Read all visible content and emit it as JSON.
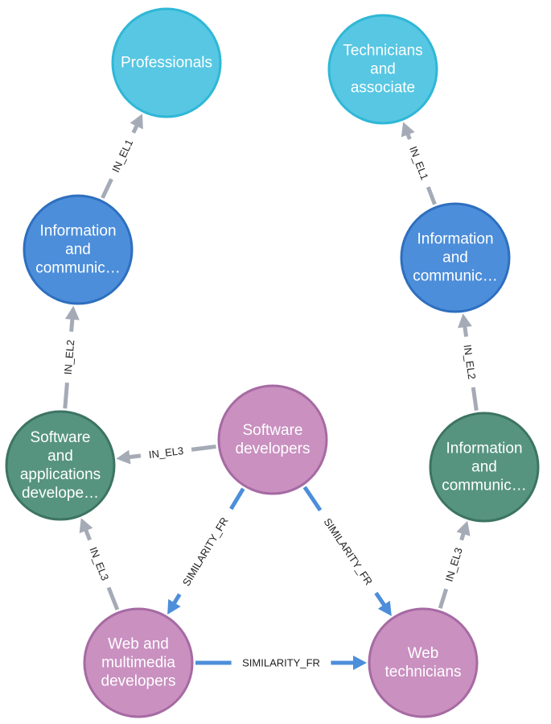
{
  "colors": {
    "level1_fill": "#57c7e3",
    "level1_stroke": "#2fb7d6",
    "level2_fill": "#4c8eda",
    "level2_stroke": "#2e6fbf",
    "level3_fill": "#569480",
    "level3_stroke": "#3d7463",
    "occupation_fill": "#c990c0",
    "occupation_stroke": "#a66aa3",
    "edge_gray": "#a5abb6",
    "edge_blue": "#4c8eda"
  },
  "nodes": [
    {
      "id": "professionals",
      "label": [
        "Professionals"
      ],
      "group": "level1"
    },
    {
      "id": "technicians-associate",
      "label": [
        "Technicians",
        "and",
        "associate"
      ],
      "group": "level1"
    },
    {
      "id": "info-comm-left",
      "label": [
        "Information",
        "and",
        "communic…"
      ],
      "group": "level2"
    },
    {
      "id": "info-comm-right",
      "label": [
        "Information",
        "and",
        "communic…"
      ],
      "group": "level2"
    },
    {
      "id": "software-applications-developers",
      "label": [
        "Software",
        "and",
        "applications",
        "develope…"
      ],
      "group": "level3"
    },
    {
      "id": "info-comm-level3",
      "label": [
        "Information",
        "and",
        "communic…"
      ],
      "group": "level3"
    },
    {
      "id": "software-developers",
      "label": [
        "Software",
        "developers"
      ],
      "group": "occupation"
    },
    {
      "id": "web-multimedia-developers",
      "label": [
        "Web and",
        "multimedia",
        "developers"
      ],
      "group": "occupation"
    },
    {
      "id": "web-technicians",
      "label": [
        "Web",
        "technicians"
      ],
      "group": "occupation"
    }
  ],
  "edges": [
    {
      "id": "e1",
      "from": "info-comm-left",
      "to": "professionals",
      "label": "IN_EL1",
      "kind": "hierarchy"
    },
    {
      "id": "e2",
      "from": "info-comm-right",
      "to": "technicians-associate",
      "label": "IN_EL1",
      "kind": "hierarchy"
    },
    {
      "id": "e3",
      "from": "software-applications-developers",
      "to": "info-comm-left",
      "label": "IN_EL2",
      "kind": "hierarchy"
    },
    {
      "id": "e4",
      "from": "info-comm-level3",
      "to": "info-comm-right",
      "label": "IN_EL2",
      "kind": "hierarchy"
    },
    {
      "id": "e5",
      "from": "software-developers",
      "to": "software-applications-developers",
      "label": "IN_EL3",
      "kind": "hierarchy"
    },
    {
      "id": "e6",
      "from": "web-multimedia-developers",
      "to": "software-applications-developers",
      "label": "IN_EL3",
      "kind": "hierarchy"
    },
    {
      "id": "e7",
      "from": "web-technicians",
      "to": "info-comm-level3",
      "label": "IN_EL3",
      "kind": "hierarchy"
    },
    {
      "id": "e8",
      "from": "software-developers",
      "to": "web-multimedia-developers",
      "label": "SIMILARITY_FR",
      "kind": "similarity"
    },
    {
      "id": "e9",
      "from": "software-developers",
      "to": "web-technicians",
      "label": "SIMILARITY_FR",
      "kind": "similarity"
    },
    {
      "id": "e10",
      "from": "web-multimedia-developers",
      "to": "web-technicians",
      "label": "SIMILARITY_FR",
      "kind": "similarity"
    }
  ]
}
